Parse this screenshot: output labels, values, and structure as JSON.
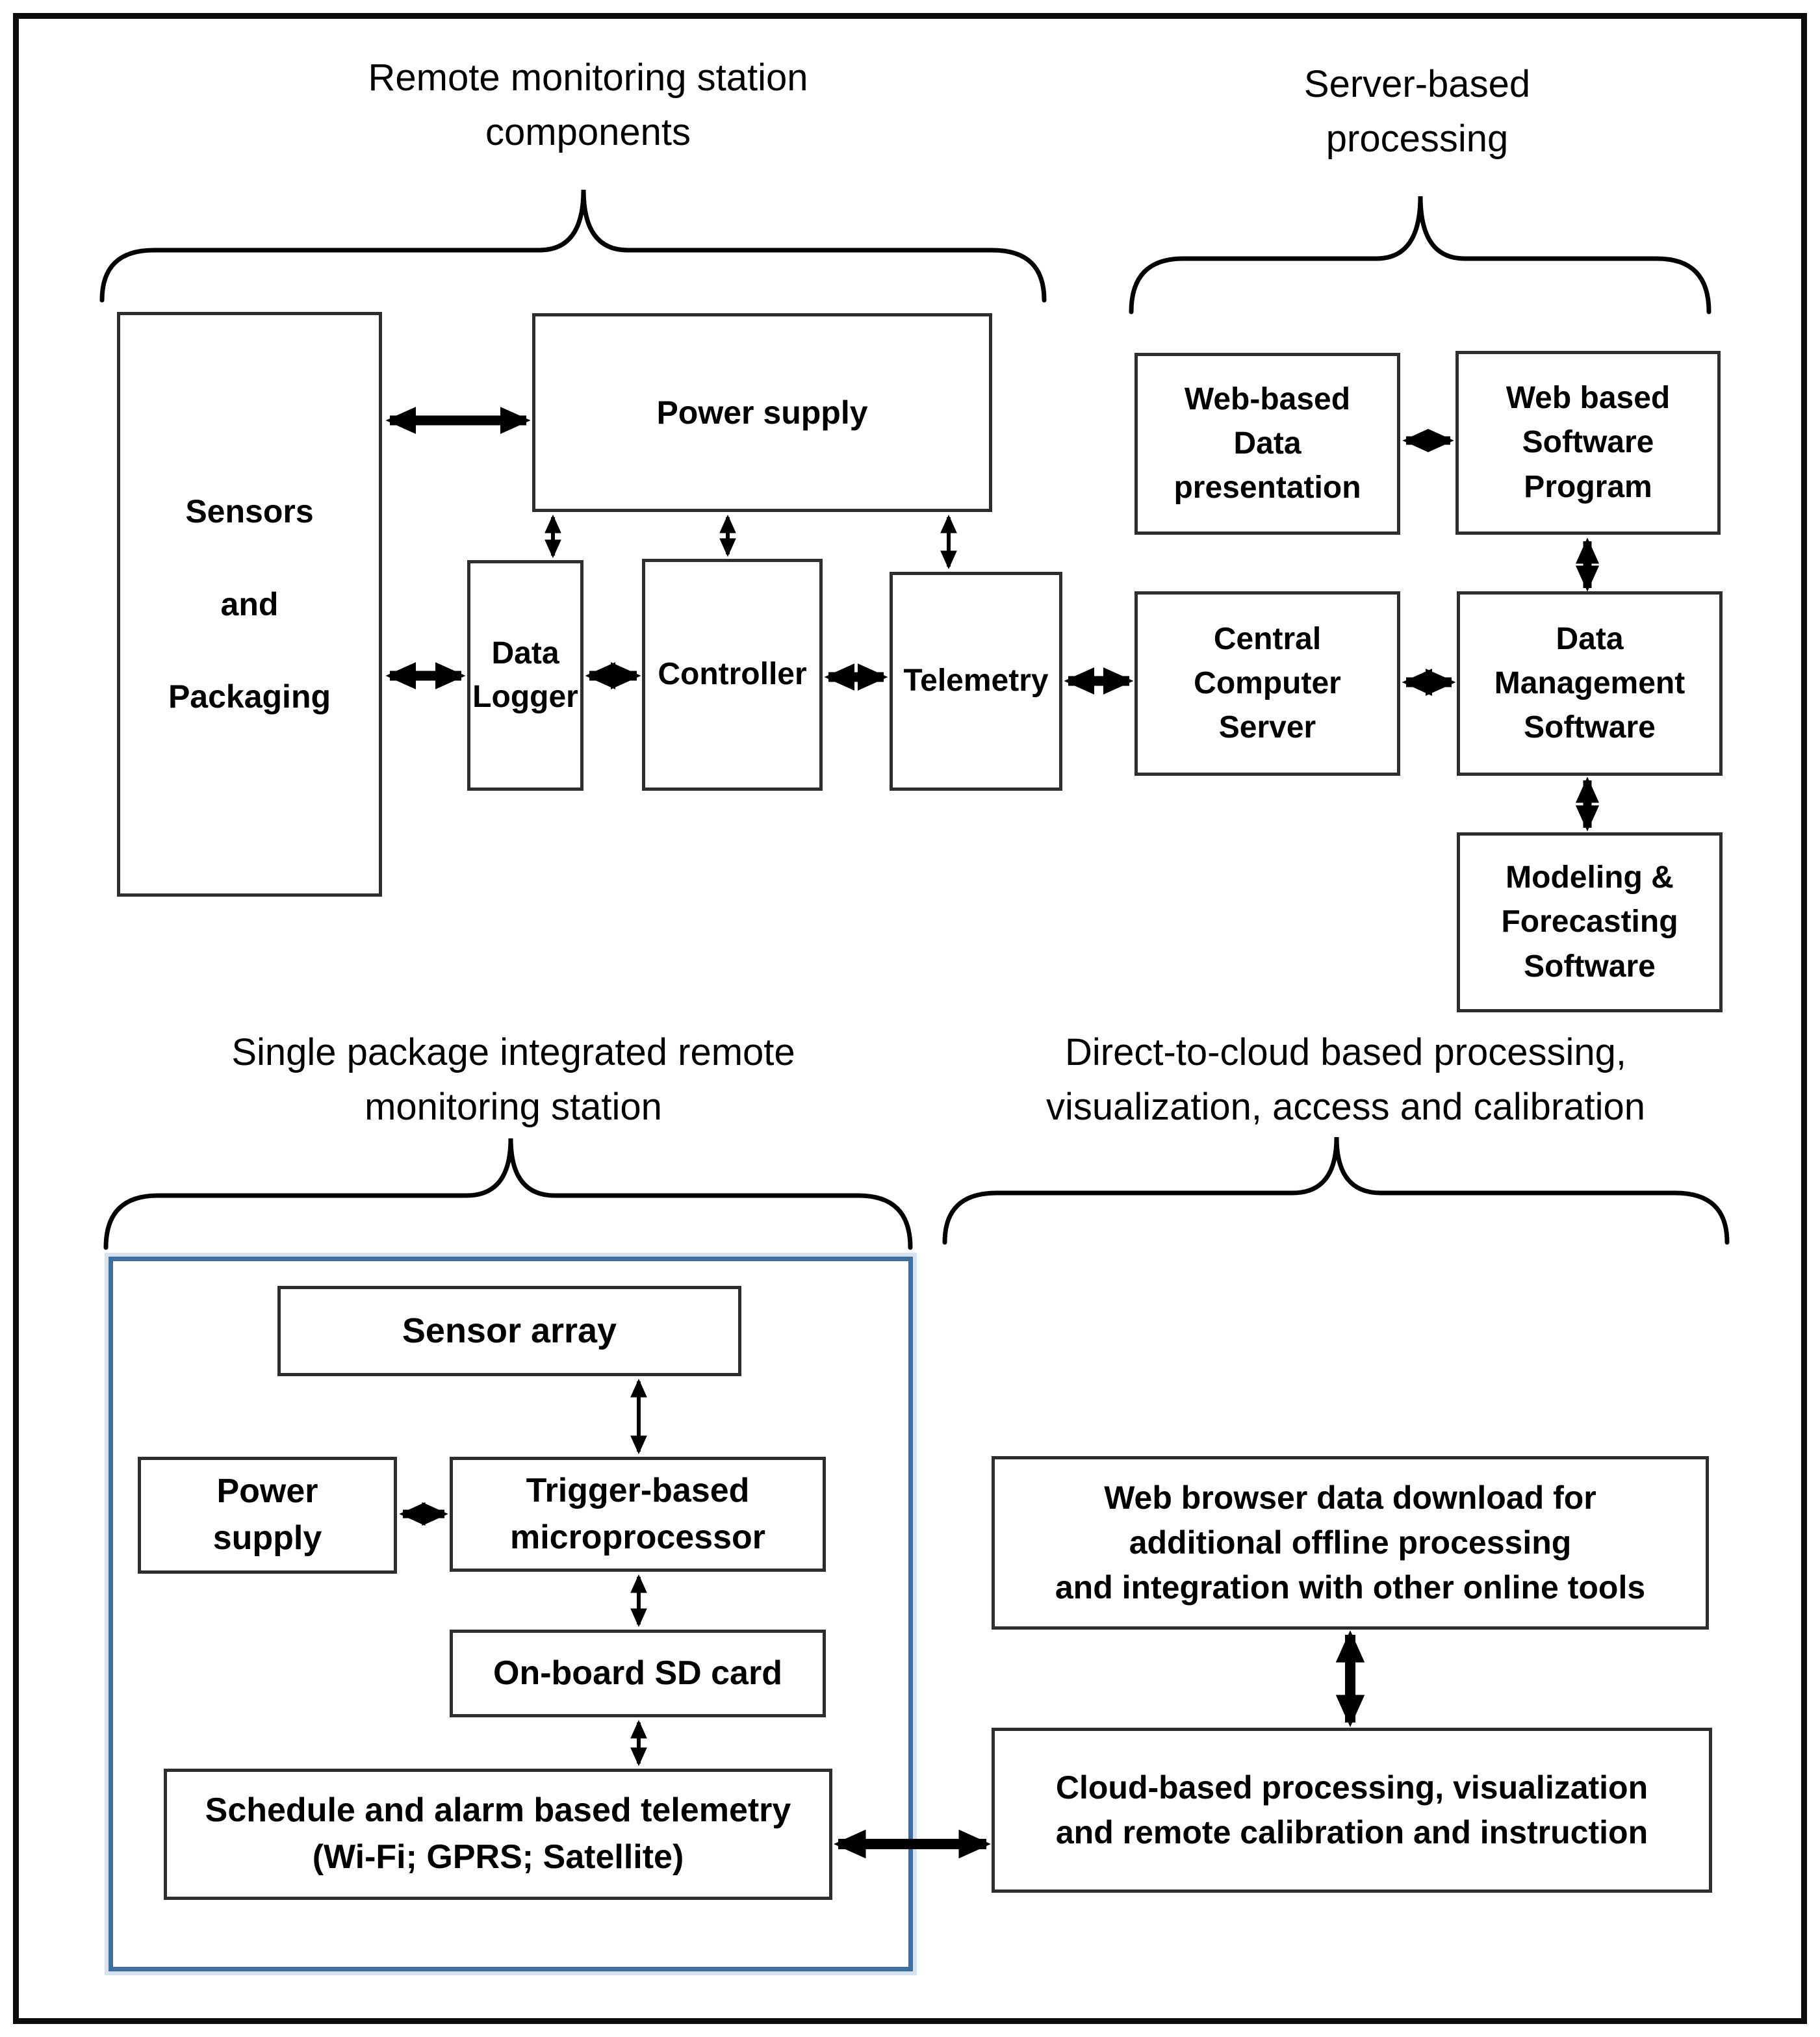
{
  "figure_type": "block-diagram",
  "colors": {
    "background": "#ffffff",
    "outer_border": "#0c0c0c",
    "box_border": "#2e2e2e",
    "arrow": "#000000",
    "blue_border": "#3f6f9e",
    "blue_glow": "#d6e2ef",
    "text": "#000000"
  },
  "titles": {
    "top_left": {
      "line1": "Remote monitoring station",
      "line2": "components"
    },
    "top_right": {
      "line1": "Server-based",
      "line2": "processing"
    },
    "bottom_left": {
      "line1": "Single package integrated remote",
      "line2": "monitoring station"
    },
    "bottom_right": {
      "line1": "Direct-to-cloud based processing,",
      "line2": "visualization, access and calibration"
    }
  },
  "boxes": {
    "sensors_packaging": {
      "line1": "Sensors",
      "line2": "and",
      "line3": "Packaging"
    },
    "power_supply_top": {
      "line1": "Power supply"
    },
    "data_logger": {
      "line1": "Data",
      "line2": "Logger"
    },
    "controller": {
      "line1": "Controller"
    },
    "telemetry": {
      "line1": "Telemetry"
    },
    "web_data_presentation": {
      "line1": "Web-based",
      "line2": "Data",
      "line3": "presentation"
    },
    "web_software_program": {
      "line1": "Web based",
      "line2": "Software",
      "line3": "Program"
    },
    "central_computer_server": {
      "line1": "Central",
      "line2": "Computer",
      "line3": "Server"
    },
    "data_management_software": {
      "line1": "Data",
      "line2": "Management",
      "line3": "Software"
    },
    "modeling_forecasting": {
      "line1": "Modeling &",
      "line2": "Forecasting",
      "line3": "Software"
    },
    "sensor_array": {
      "line1": "Sensor array"
    },
    "power_supply_bottom": {
      "line1": "Power",
      "line2": "supply"
    },
    "trigger_microprocessor": {
      "line1": "Trigger-based",
      "line2": "microprocessor"
    },
    "onboard_sd_card": {
      "line1": "On-board SD card"
    },
    "schedule_telemetry": {
      "line1": "Schedule and alarm based telemetry",
      "line2": "(Wi-Fi; GPRS; Satellite)"
    },
    "web_browser_download": {
      "line1": "Web browser data download for",
      "line2": "additional offline processing",
      "line3": "and integration with other online tools"
    },
    "cloud_processing": {
      "line1": "Cloud-based processing, visualization",
      "line2": "and remote calibration and instruction"
    }
  },
  "connections": [
    {
      "from": "Sensors and Packaging",
      "to": "Power supply",
      "type": "bidirectional"
    },
    {
      "from": "Sensors and Packaging",
      "to": "Data Logger",
      "type": "bidirectional"
    },
    {
      "from": "Data Logger",
      "to": "Controller",
      "type": "bidirectional"
    },
    {
      "from": "Controller",
      "to": "Telemetry",
      "type": "bidirectional"
    },
    {
      "from": "Telemetry",
      "to": "Central Computer Server",
      "type": "bidirectional"
    },
    {
      "from": "Central Computer Server",
      "to": "Data Management Software",
      "type": "bidirectional"
    },
    {
      "from": "Power supply",
      "to": "Data Logger",
      "type": "bidirectional"
    },
    {
      "from": "Power supply",
      "to": "Controller",
      "type": "bidirectional"
    },
    {
      "from": "Power supply",
      "to": "Telemetry",
      "type": "bidirectional"
    },
    {
      "from": "Web-based Data presentation",
      "to": "Web based Software Program",
      "type": "bidirectional"
    },
    {
      "from": "Web based Software Program",
      "to": "Data Management Software",
      "type": "bidirectional"
    },
    {
      "from": "Data Management Software",
      "to": "Modeling & Forecasting Software",
      "type": "bidirectional"
    },
    {
      "from": "Sensor array",
      "to": "Trigger-based microprocessor",
      "type": "bidirectional"
    },
    {
      "from": "Power supply (integrated station)",
      "to": "Trigger-based microprocessor",
      "type": "bidirectional"
    },
    {
      "from": "Trigger-based microprocessor",
      "to": "On-board SD card",
      "type": "bidirectional"
    },
    {
      "from": "On-board SD card",
      "to": "Schedule and alarm based telemetry",
      "type": "bidirectional"
    },
    {
      "from": "Schedule and alarm based telemetry",
      "to": "Cloud-based processing, visualization and remote calibration and instruction",
      "type": "bidirectional"
    },
    {
      "from": "Web browser data download for additional offline processing and integration with other online tools",
      "to": "Cloud-based processing, visualization and remote calibration and instruction",
      "type": "bidirectional"
    }
  ]
}
